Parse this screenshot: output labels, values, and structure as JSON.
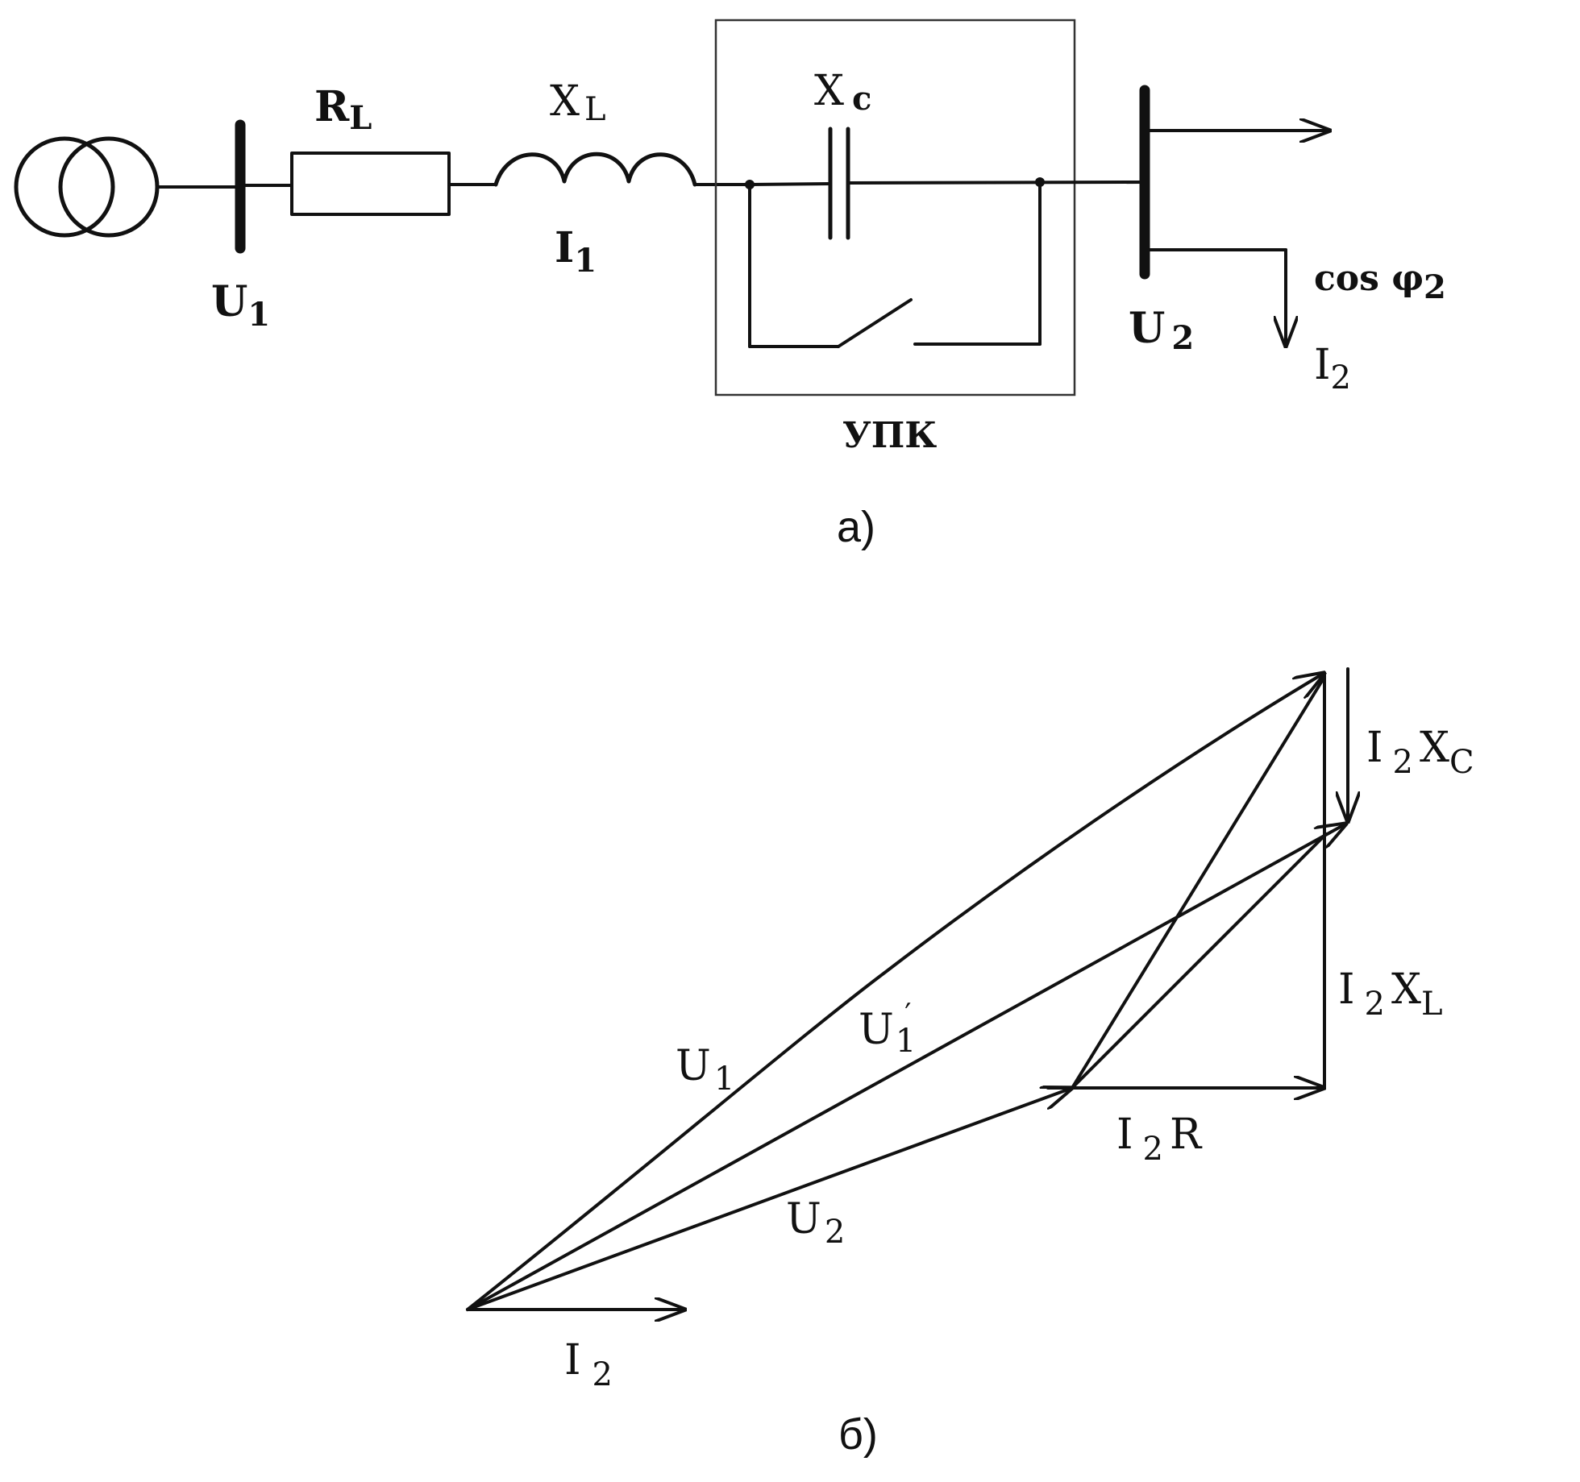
{
  "circuit": {
    "bus_u1": {
      "main": "U",
      "sub": "1"
    },
    "resistor": {
      "main": "R",
      "sub": "L"
    },
    "inductor": {
      "main": "X",
      "sub": "L"
    },
    "current_i1": {
      "main": "I",
      "sub": "1"
    },
    "capacitor": {
      "main": "X",
      "sub": "c"
    },
    "bus_u2": {
      "main": "U",
      "sub": "2"
    },
    "load_cos": {
      "main": "cos φ",
      "sub": "2"
    },
    "load_current": {
      "main": "I",
      "sub": "2"
    },
    "device_label": "УПК",
    "caption": "а)"
  },
  "phasor": {
    "u1": {
      "main": "U",
      "sub": "1"
    },
    "u1_prime": {
      "main": "U",
      "sub": "1",
      "prime": "′"
    },
    "u2": {
      "main": "U",
      "sub": "2"
    },
    "i2": {
      "main": "I",
      "sub": "2"
    },
    "i2r": {
      "main": "I",
      "sub": "2",
      "tail": "R"
    },
    "i2xl": {
      "main": "I",
      "sub": "2",
      "tail": "X",
      "tail_sub": "L"
    },
    "i2xc": {
      "main": "I",
      "sub": "2",
      "tail": "X",
      "tail_sub": "C"
    },
    "caption": "б)"
  },
  "colors": {
    "ink": "#111111",
    "paper": "#ffffff"
  }
}
